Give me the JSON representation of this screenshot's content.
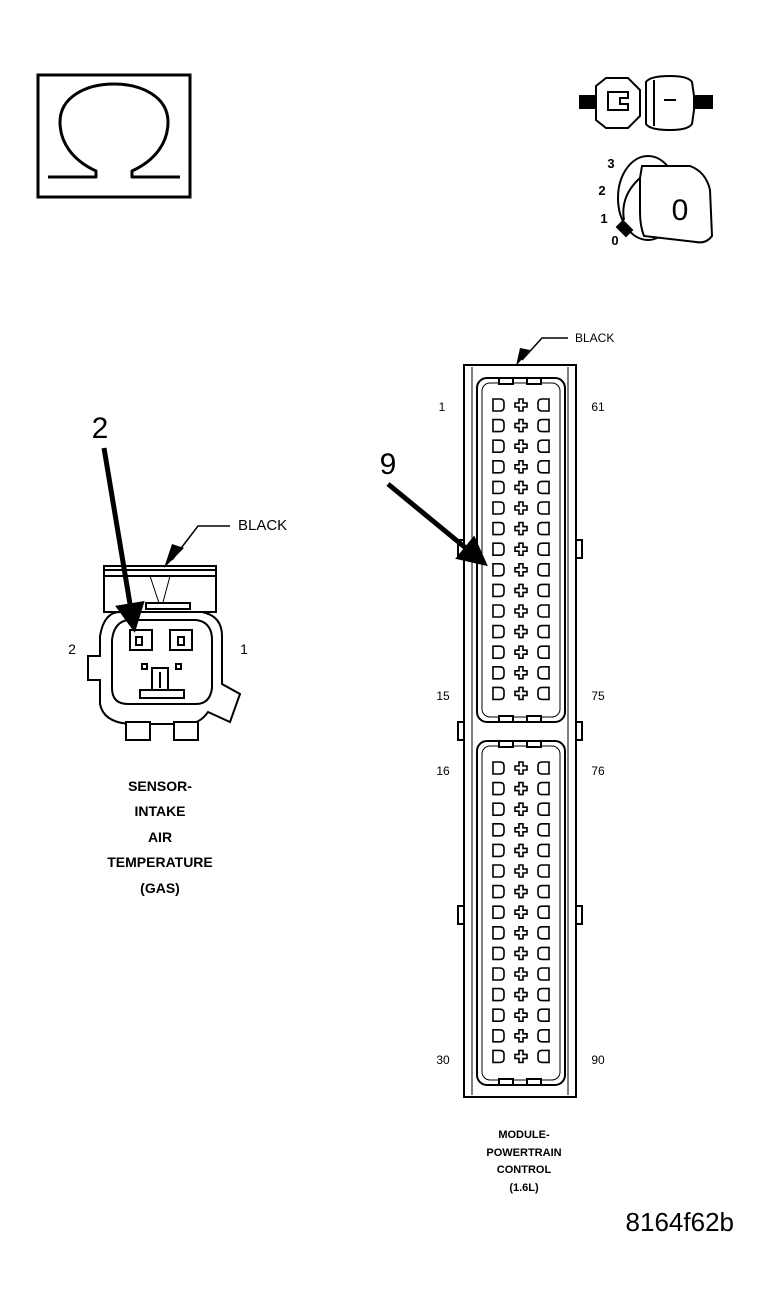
{
  "ohm_box": {
    "symbol": "Ω",
    "icon": "ohmmeter-icon"
  },
  "ignition": {
    "key_label": "0",
    "positions": [
      "3",
      "2",
      "1",
      "0"
    ],
    "icons": [
      "connector-disconnected-icon",
      "ignition-key-icon"
    ]
  },
  "sensor": {
    "callout": "2",
    "color_label": "BLACK",
    "pin_left": "2",
    "pin_right": "1",
    "title_lines": [
      "SENSOR-",
      "INTAKE",
      "AIR",
      "TEMPERATURE",
      "(GAS)"
    ]
  },
  "module": {
    "callout": "9",
    "color_label": "BLACK",
    "pins": {
      "top_left_first": "1",
      "top_left_last": "15",
      "top_right_first": "61",
      "top_right_last": "75",
      "bottom_left_first": "16",
      "bottom_left_last": "30",
      "bottom_right_first": "76",
      "bottom_right_last": "90"
    },
    "rows_per_block": 15,
    "title_lines": [
      "MODULE-",
      "POWERTRAIN",
      "CONTROL",
      "(1.6L)"
    ]
  },
  "figure_id": "8164f62b"
}
